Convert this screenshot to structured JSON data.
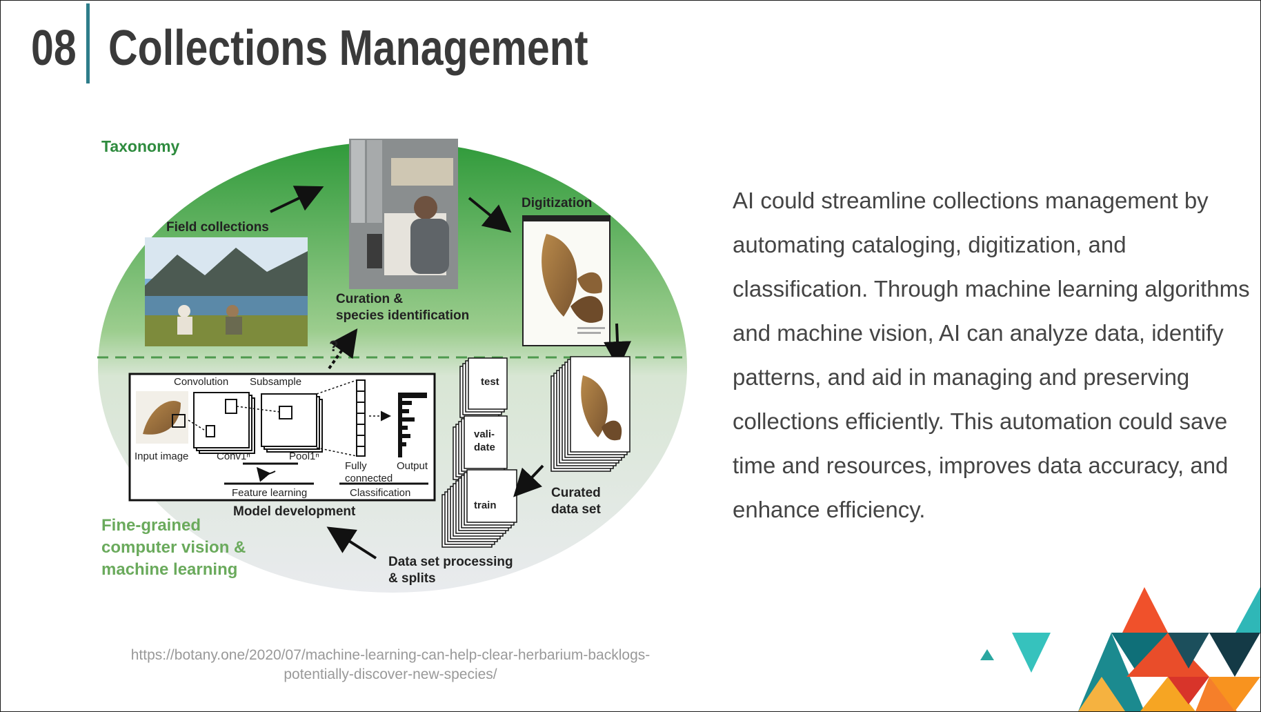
{
  "slide": {
    "number": "08",
    "title": "Collections Management",
    "body_text": "AI could streamline collections management by automating cataloging, digitization, and classification. Through machine learning algorithms and machine vision, AI can analyze data, identify patterns, and aid in managing and preserving collections efficiently. This automation could save time and resources, improves data accuracy, and enhance efficiency.",
    "source_line1": "https://botany.one/2020/07/machine-learning-can-help-clear-herbarium-backlogs-",
    "source_line2": "potentially-discover-new-species/"
  },
  "diagram": {
    "taxonomy_label": "Taxonomy",
    "field_collections": "Field collections",
    "curation_line1": "Curation &",
    "curation_line2": "species identification",
    "digitization": "Digitization",
    "question_mark": "?",
    "convolution": "Convolution",
    "subsample": "Subsample",
    "input_image": "Input image",
    "conv1": "Conv1ⁿ",
    "pool1": "Pool1ⁿ",
    "fully_line1": "Fully",
    "fully_line2": "connected",
    "output": "Output",
    "feature_learning": "Feature learning",
    "classification": "Classification",
    "model_development": "Model development",
    "test": "test",
    "validate_line1": "vali-",
    "validate_line2": "date",
    "train": "train",
    "curated_line1": "Curated",
    "curated_line2": "data set",
    "processing_line1": "Data set processing",
    "processing_line2": "& splits",
    "fine_line1": "Fine-grained",
    "fine_line2": "computer vision &",
    "fine_line3": "machine learning"
  },
  "colors": {
    "accent": "#2e7d8a",
    "green_label": "#2e8b3e",
    "light_green_label": "#6aaa5c",
    "title_gray": "#3a3a3a"
  }
}
